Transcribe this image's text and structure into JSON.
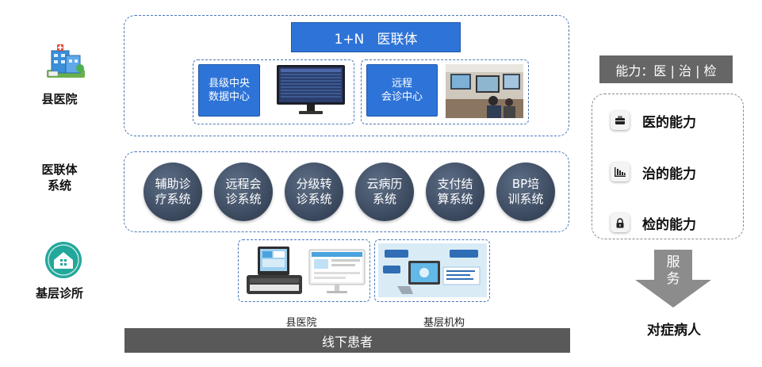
{
  "tiers": {
    "county_hospital": "县医院",
    "alliance_system": "医联体\n系统",
    "clinic": "基层诊所"
  },
  "header_box": {
    "title": "1+N   医联体",
    "data_center": "县级中央\n数据中心",
    "consult_center": "远程\n会诊中心"
  },
  "systems": [
    "辅助诊\n疗系统",
    "远程会\n诊系统",
    "分级转\n诊系统",
    "云病历\n系统",
    "支付结\n算系统",
    "BP培\n训系统"
  ],
  "clinic_images": {
    "left_caption": "县医院",
    "right_caption": "基层机构"
  },
  "bottom_bar": "线下患者",
  "capability": {
    "header": "能力：医 | 治 | 检",
    "items": [
      {
        "label": "医的能力",
        "icon": "briefcase-icon"
      },
      {
        "label": "治的能力",
        "icon": "bar-chart-icon"
      },
      {
        "label": "检的能力",
        "icon": "lock-icon"
      }
    ]
  },
  "service_arrow": "服\n务",
  "result": "对症病人",
  "colors": {
    "blue": "#2e74d8",
    "dash": "#4a76b8",
    "dark_gray": "#595959",
    "circle": "#3e4c62"
  }
}
